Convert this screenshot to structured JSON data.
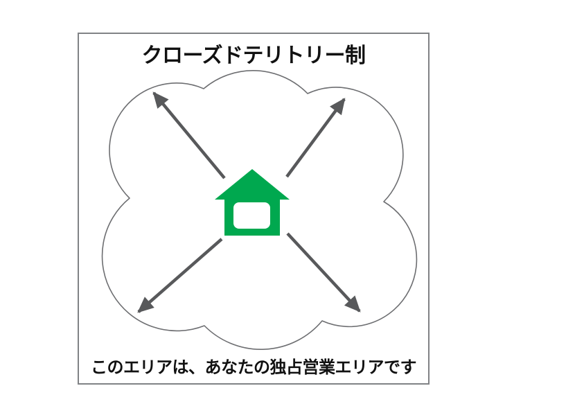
{
  "diagram": {
    "title": "クローズドテリトリー制",
    "caption": "このエリアは、あなたの独占営業エリアです",
    "icons": {
      "center_icon": "house-icon",
      "arrow_icons": [
        "arrow-up-left",
        "arrow-up-right",
        "arrow-down-left",
        "arrow-down-right"
      ],
      "area_shape": "cloud-outline"
    },
    "colors": {
      "house_green": "#00a84f",
      "arrow_gray": "#58595b",
      "cloud_outline": "#6d6e71",
      "frame_border": "#808285",
      "text": "#111111",
      "background": "#ffffff"
    }
  }
}
